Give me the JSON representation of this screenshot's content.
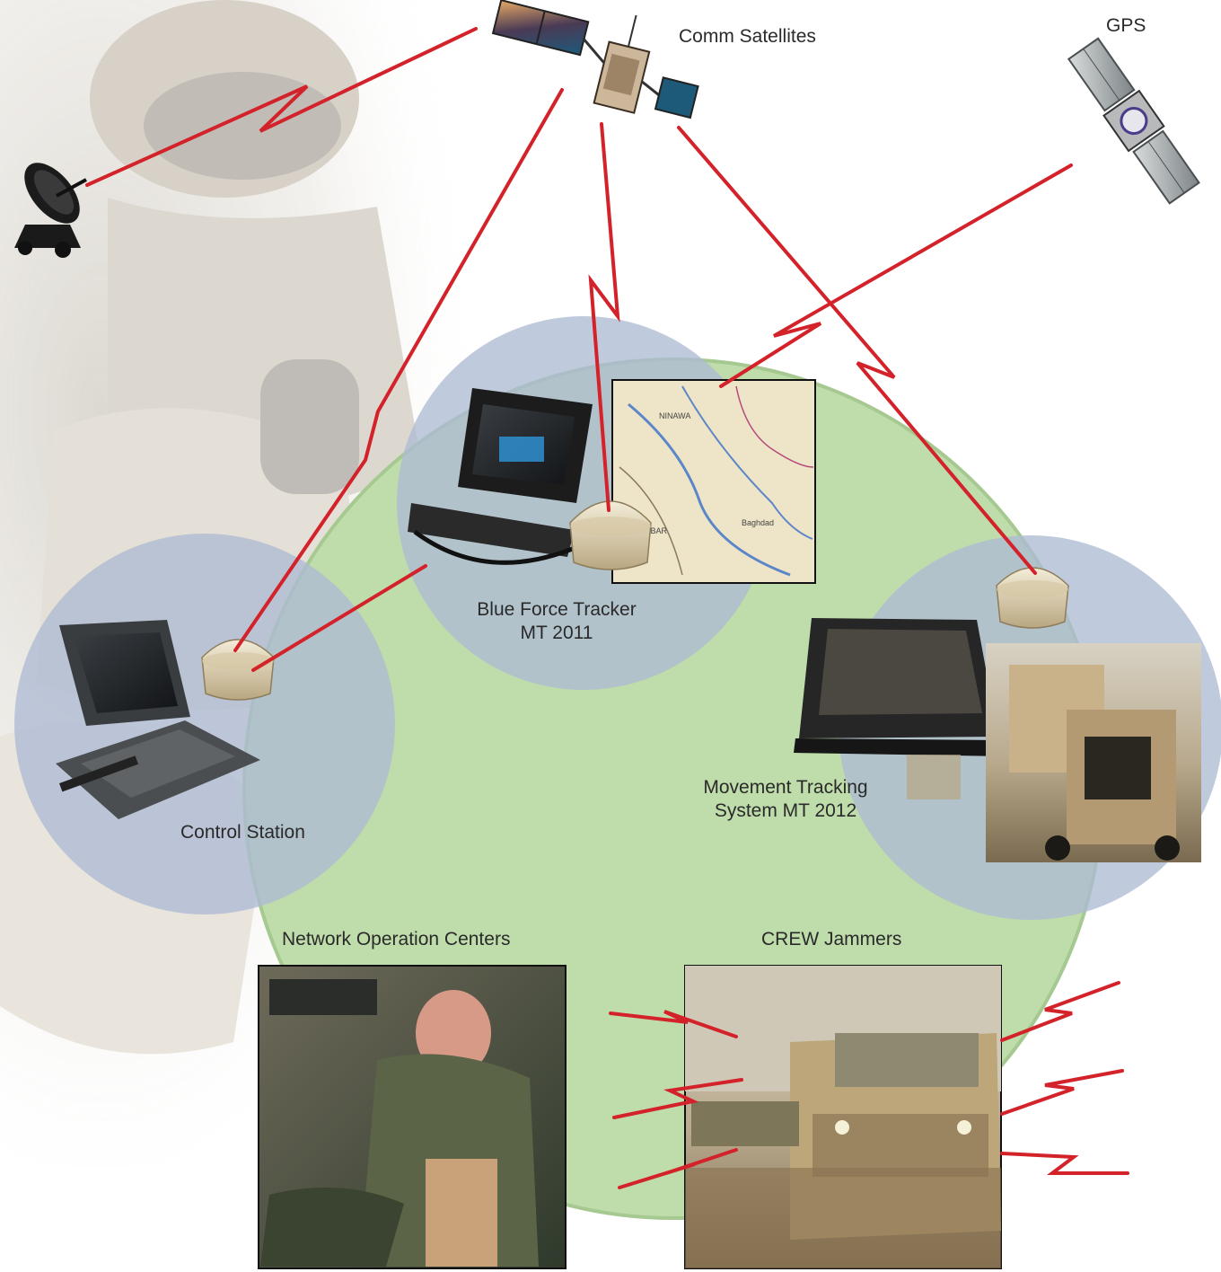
{
  "labels": {
    "comm_satellites": "Comm Satellites",
    "gps": "GPS",
    "blue_force_tracker_line1": "Blue Force Tracker",
    "blue_force_tracker_line2": "MT 2011",
    "movement_tracking_line1": "Movement Tracking",
    "movement_tracking_line2": "System MT 2012",
    "control_station": "Control Station",
    "network_operation_centers": "Network Operation Centers",
    "crew_jammers": "CREW Jammers"
  },
  "map_labels": {
    "ninawa": "NINAWA",
    "anbar": "ANBAR",
    "baghdad": "Baghdad"
  },
  "colors": {
    "link_red": "#d3222a",
    "zone_green": "#bfdcab",
    "zone_blue": "#aebbd4",
    "background_tint": "#c9c2b4"
  },
  "icons": {
    "satellite_dish": "satellite-dish-icon",
    "comm_satellite": "comm-satellite-icon",
    "gps_satellite": "gps-satellite-icon",
    "antenna_dome": "antenna-dome-icon"
  }
}
